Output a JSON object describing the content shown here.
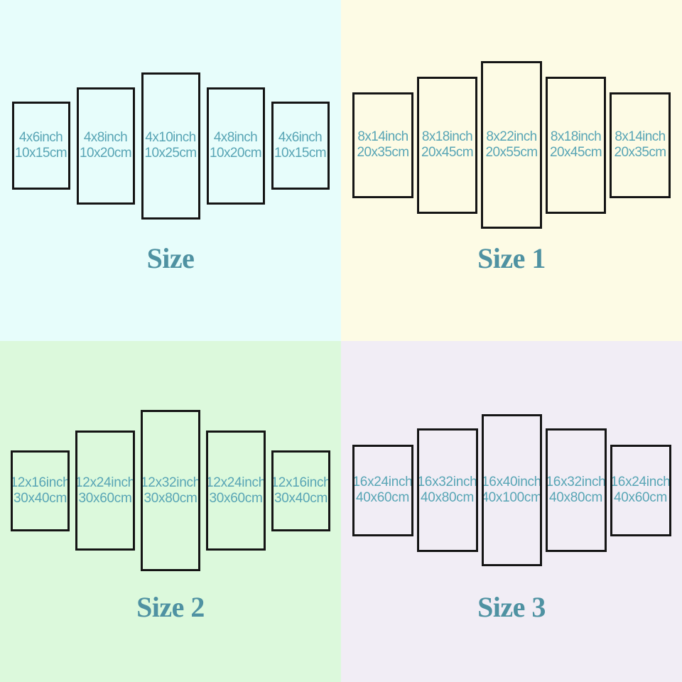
{
  "quadrants": [
    {
      "title": "Size",
      "background": "#e7fdfb",
      "panels": [
        {
          "inches": "4x6inch",
          "cm": "10x15cm"
        },
        {
          "inches": "4x8inch",
          "cm": "10x20cm"
        },
        {
          "inches": "4x10inch",
          "cm": "10x25cm"
        },
        {
          "inches": "4x8inch",
          "cm": "10x20cm"
        },
        {
          "inches": "4x6inch",
          "cm": "10x15cm"
        }
      ]
    },
    {
      "title": "Size 1",
      "background": "#fdfbe5",
      "panels": [
        {
          "inches": "8x14inch",
          "cm": "20x35cm"
        },
        {
          "inches": "8x18inch",
          "cm": "20x45cm"
        },
        {
          "inches": "8x22inch",
          "cm": "20x55cm"
        },
        {
          "inches": "8x18inch",
          "cm": "20x45cm"
        },
        {
          "inches": "8x14inch",
          "cm": "20x35cm"
        }
      ]
    },
    {
      "title": "Size 2",
      "background": "#dcf9dc",
      "panels": [
        {
          "inches": "12x16inch",
          "cm": "30x40cm"
        },
        {
          "inches": "12x24inch",
          "cm": "30x60cm"
        },
        {
          "inches": "12x32inch",
          "cm": "30x80cm"
        },
        {
          "inches": "12x24inch",
          "cm": "30x60cm"
        },
        {
          "inches": "12x16inch",
          "cm": "30x40cm"
        }
      ]
    },
    {
      "title": "Size 3",
      "background": "#f1edf5",
      "panels": [
        {
          "inches": "16x24inch",
          "cm": "40x60cm"
        },
        {
          "inches": "16x32inch",
          "cm": "40x80cm"
        },
        {
          "inches": "16x40inch",
          "cm": "40x100cm"
        },
        {
          "inches": "16x32inch",
          "cm": "40x80cm"
        },
        {
          "inches": "16x24inch",
          "cm": "40x60cm"
        }
      ]
    }
  ],
  "colors": {
    "bg_top_left": "#e7fdfb",
    "bg_top_right": "#fdfbe5",
    "bg_bottom_left": "#dcf9dc",
    "bg_bottom_right": "#f1edf5",
    "panel_border": "#151515",
    "panel_text": "#58a5b5",
    "title_text": "#4f92a2"
  }
}
